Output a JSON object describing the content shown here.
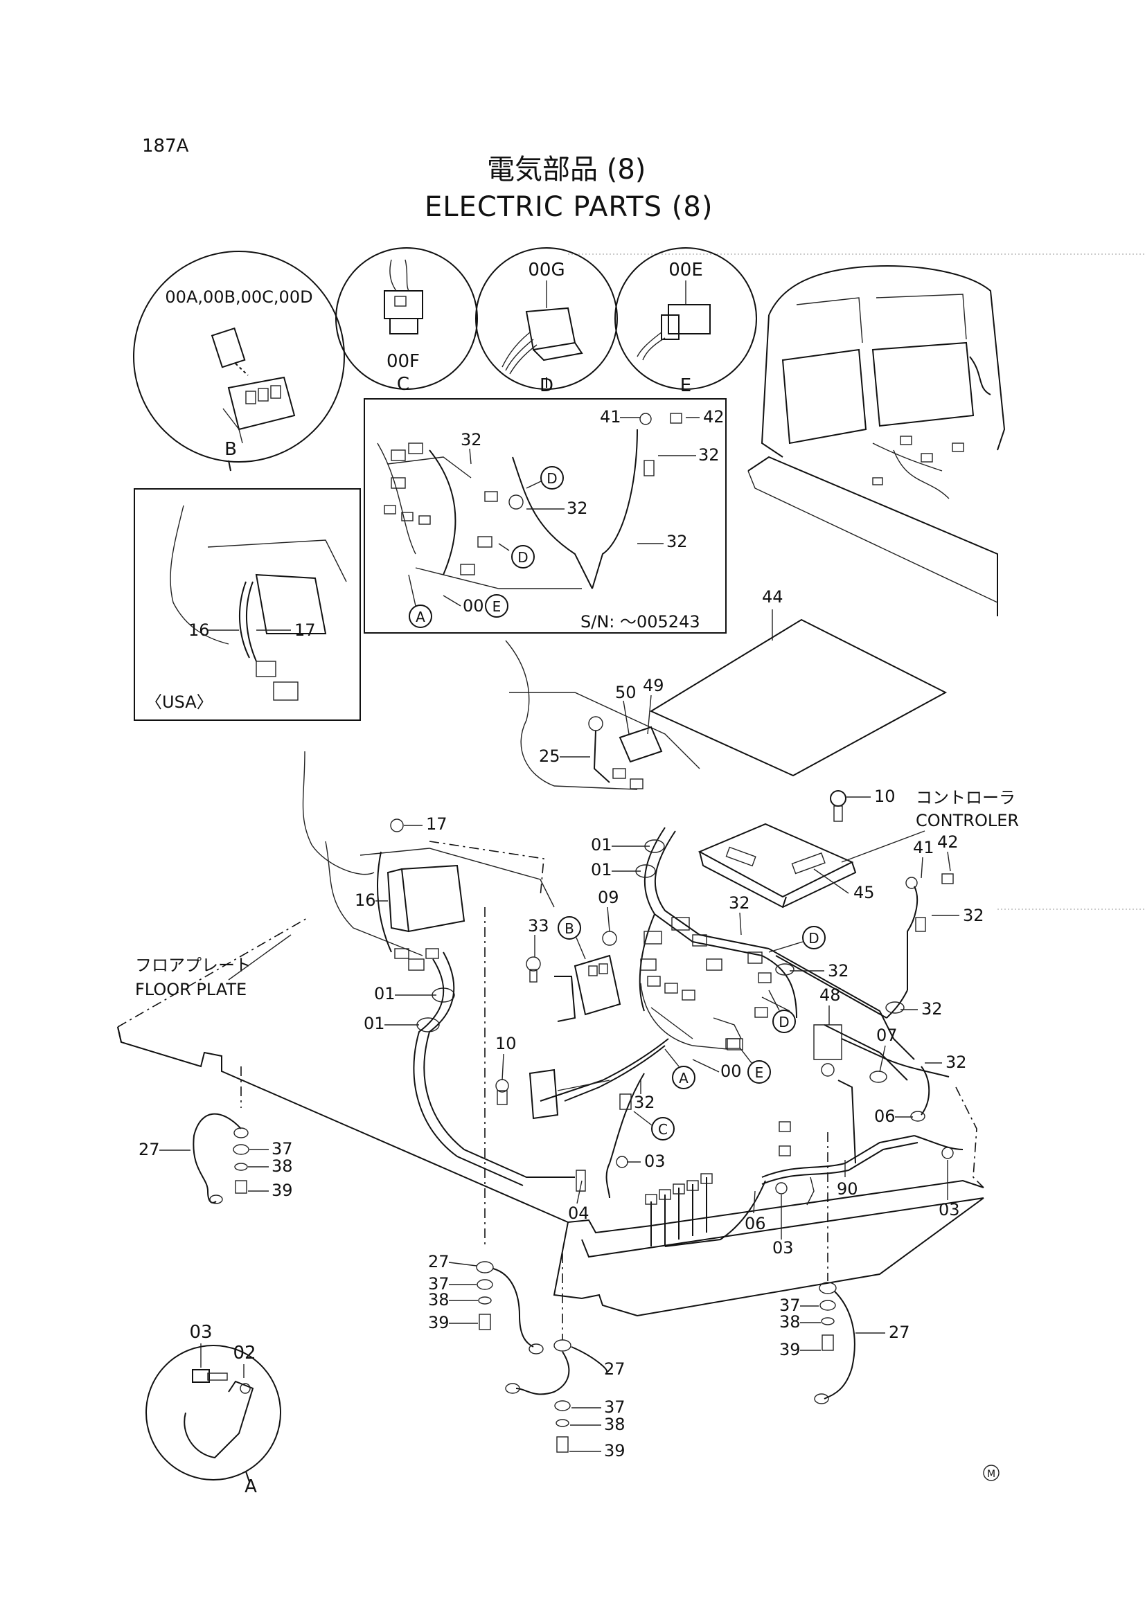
{
  "page": {
    "code": "187A",
    "title_jp": "電気部品 (8)",
    "title_en": "ELECTRIC PARTS (8)",
    "footer_mark": "M"
  },
  "detail_circles": {
    "B": {
      "parts": "00A,00B,00C,00D",
      "letter": "B"
    },
    "C": {
      "parts": "00F",
      "letter": "C"
    },
    "D": {
      "parts": "00G",
      "letter": "D"
    },
    "E": {
      "parts": "00E",
      "letter": "E"
    },
    "A": {
      "part1": "03",
      "part2": "02",
      "letter": "A"
    }
  },
  "usa_inset": {
    "label": "〈USA〉",
    "p16": "16",
    "p17": "17"
  },
  "serial_inset": {
    "serial": "S/N: ～005243",
    "p41": "41",
    "p42": "42",
    "p32a": "32",
    "p32b": "32",
    "p32c": "32",
    "p32d": "32",
    "p00": "00",
    "cA": "A",
    "cD1": "D",
    "cD2": "D",
    "cE": "E"
  },
  "controller": {
    "jp": "コントローラ",
    "en": "CONTROLER"
  },
  "floor_plate": {
    "jp": "フロアプレート",
    "en": "FLOOR PLATE"
  },
  "labels": {
    "p44": "44",
    "p50": "50",
    "p49": "49",
    "p25": "25",
    "p10a": "10",
    "p10b": "10",
    "p41": "41",
    "p42": "42",
    "p45": "45",
    "p17": "17",
    "p16": "16",
    "p01a": "01",
    "p01b": "01",
    "p01c": "01",
    "p01d": "01",
    "p09": "09",
    "p33": "33",
    "p32a": "32",
    "p32b": "32",
    "p32c": "32",
    "p32d": "32",
    "p32e": "32",
    "p32f": "32",
    "p48": "48",
    "p07": "07",
    "p06a": "06",
    "p06b": "06",
    "p00": "00",
    "p03a": "03",
    "p03b": "03",
    "p03c": "03",
    "p04": "04",
    "p90": "90",
    "p27a": "27",
    "p27b": "27",
    "p27c": "27",
    "p27d": "27",
    "p37a": "37",
    "p37b": "37",
    "p37c": "37",
    "p37d": "37",
    "p38a": "38",
    "p38b": "38",
    "p38c": "38",
    "p38d": "38",
    "p39a": "39",
    "p39b": "39",
    "p39c": "39",
    "p39d": "39",
    "cA": "A",
    "cB": "B",
    "cC": "C",
    "cD1": "D",
    "cD2": "D",
    "cE": "E"
  }
}
